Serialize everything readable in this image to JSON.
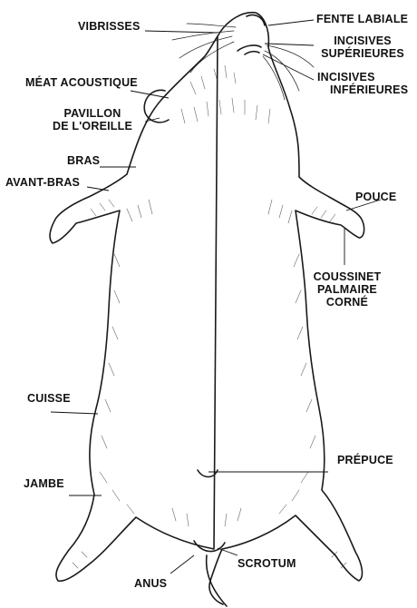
{
  "labels": {
    "vibrisses": "VIBRISSES",
    "fente_labiale": "FENTE LABIALE",
    "incisives_sup_1": "INCISIVES",
    "incisives_sup_2": "SUPÉRIEURES",
    "incisives_inf_1": "INCISIVES",
    "incisives_inf_2": "INFÉRIEURES",
    "meat_acoustique": "MÉAT ACOUSTIQUE",
    "pavillon_1": "PAVILLON",
    "pavillon_2": "DE L'OREILLE",
    "bras": "BRAS",
    "avant_bras": "AVANT-BRAS",
    "pouce": "POUCE",
    "coussinet_1": "COUSSINET",
    "coussinet_2": "PALMAIRE",
    "coussinet_3": "CORNÉ",
    "cuisse": "CUISSE",
    "prepuce": "PRÉPUCE",
    "jambe": "JAMBE",
    "anus": "ANUS",
    "scrotum": "SCROTUM"
  },
  "colors": {
    "ink": "#111111",
    "paper": "#ffffff"
  }
}
